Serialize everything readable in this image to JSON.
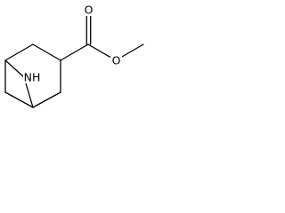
{
  "molecule": {
    "atom_labels": {
      "bridge_nitrogen": "NH",
      "carbonyl_oxygen": "O",
      "ester_oxygen": "O"
    }
  },
  "colors": {
    "bond": "#000000",
    "background": "#ffffff"
  }
}
